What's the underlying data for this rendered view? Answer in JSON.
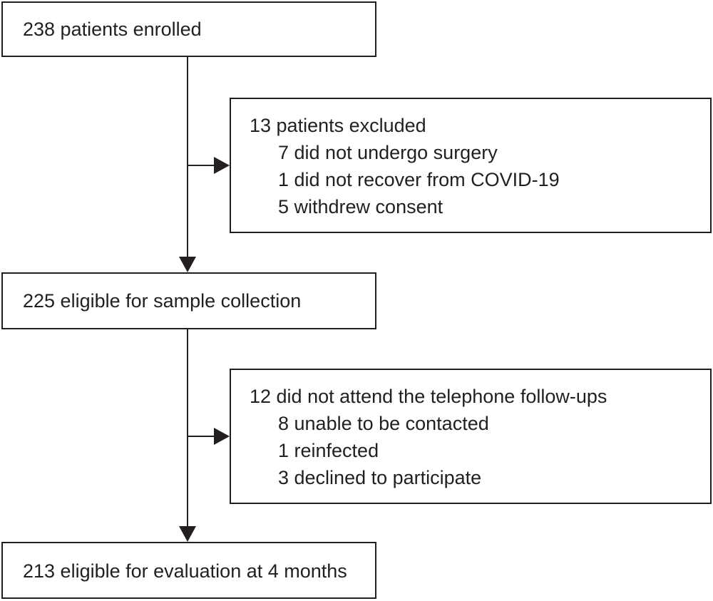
{
  "flow": {
    "enrolled": "238 patients enrolled",
    "exclusion1": {
      "header": "13 patients excluded",
      "items": [
        "7 did not undergo surgery",
        "1 did not recover from COVID-19",
        "5 withdrew consent"
      ]
    },
    "eligible_sample": "225 eligible for sample collection",
    "exclusion2": {
      "header": "12 did not attend the telephone follow-ups",
      "items": [
        "8 unable to be contacted",
        "1 reinfected",
        "3 declined to participate"
      ]
    },
    "eligible_eval": "213 eligible for evaluation at 4 months"
  }
}
